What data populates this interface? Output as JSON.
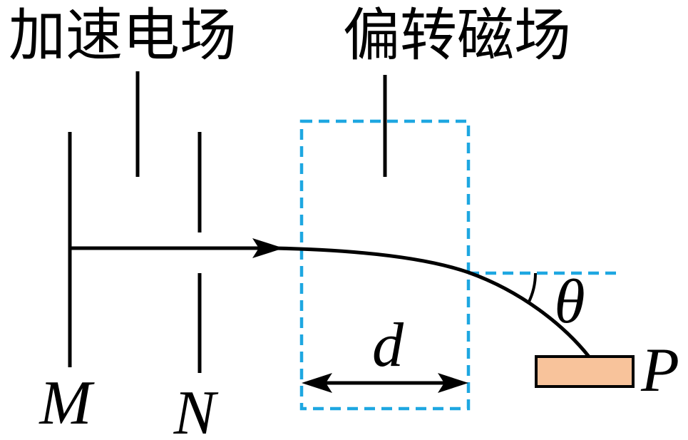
{
  "accelerating_field": {
    "label": "加速电场",
    "plate_m_label": "M",
    "plate_n_label": "N"
  },
  "deflecting_field": {
    "label": "偏转磁场",
    "width_label": "d"
  },
  "exit_angle_label": "θ",
  "target": {
    "label": "P"
  },
  "colors": {
    "field_boundary": "#1EA7E1",
    "target_fill": "#F8C39B"
  }
}
